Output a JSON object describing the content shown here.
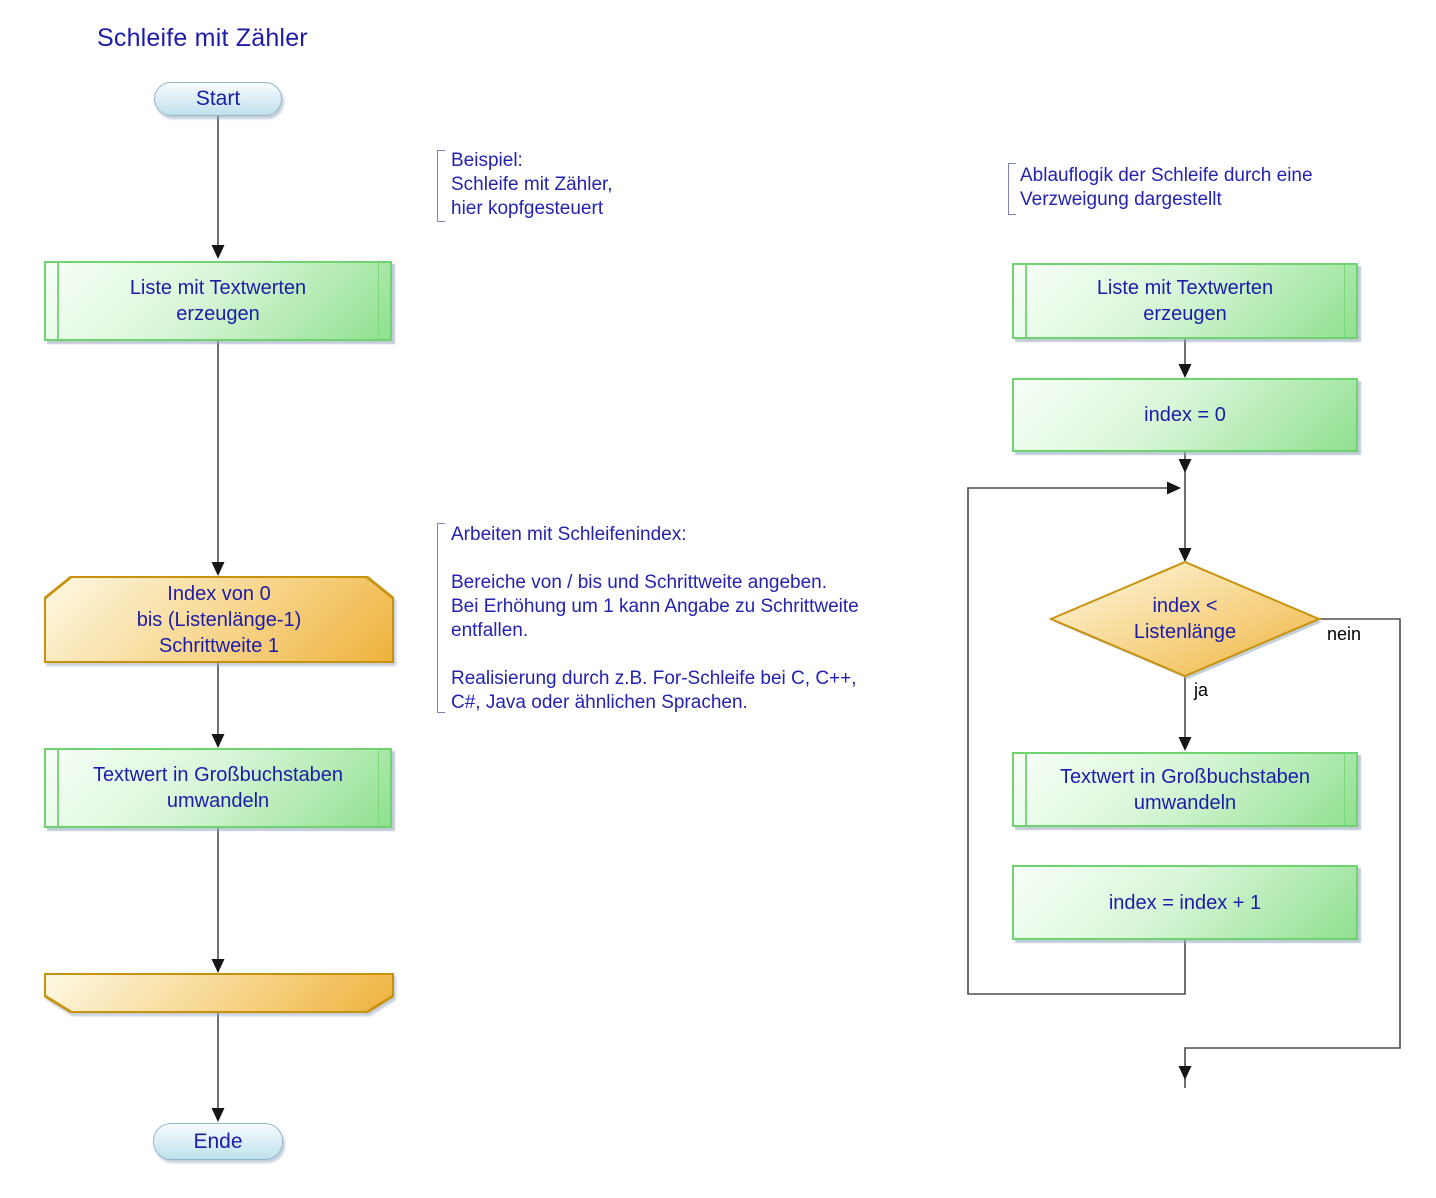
{
  "title": "Schleife mit Zähler",
  "colors": {
    "node_text": "#1c1ca8",
    "annotation_text": "#2323b0",
    "green_border": "#6fd46f",
    "green_fill_light": "#f8fff8",
    "green_fill_dark": "#90e090",
    "orange_border": "#c8920e",
    "orange_fill_light": "#fdf8e3",
    "orange_fill_dark": "#eeb23c",
    "blue_border": "#93b7c7",
    "blue_fill_light": "#f6fcfe",
    "blue_fill_dark": "#bfe1ed",
    "connector": "#4d4d4d",
    "edge_label_text": "#000000"
  },
  "left_flow": {
    "start_label": "Start",
    "create_list_lines": [
      "Liste mit Textwerten",
      "erzeugen"
    ],
    "loop_start_lines": [
      "Index von 0",
      "bis (Listenlänge-1)",
      "Schrittweite 1"
    ],
    "process_lines": [
      "Textwert in Großbuchstaben",
      "umwandeln"
    ],
    "end_label": "Ende"
  },
  "annotations": {
    "beispiel_lines": [
      "Beispiel:",
      "Schleife mit Zähler,",
      "hier kopfgesteuert"
    ],
    "schleifenindex_lines": [
      "Arbeiten mit Schleifenindex:",
      "",
      "Bereiche von / bis und Schrittweite angeben.",
      "Bei Erhöhung um 1 kann Angabe zu Schrittweite",
      "entfallen.",
      "",
      "Realisierung durch z.B. For-Schleife bei C, C++,",
      "C#, Java oder ähnlichen Sprachen."
    ],
    "ablauflogik_lines": [
      "Ablauflogik der Schleife durch eine",
      "Verzweigung dargestellt"
    ]
  },
  "right_flow": {
    "create_list_lines": [
      "Liste mit Textwerten",
      "erzeugen"
    ],
    "init_label": "index = 0",
    "decision_lines": [
      "index <",
      "Listenlänge"
    ],
    "yes_label": "ja",
    "no_label": "nein",
    "process_lines": [
      "Textwert in Großbuchstaben",
      "umwandeln"
    ],
    "increment_label": "index = index + 1"
  }
}
